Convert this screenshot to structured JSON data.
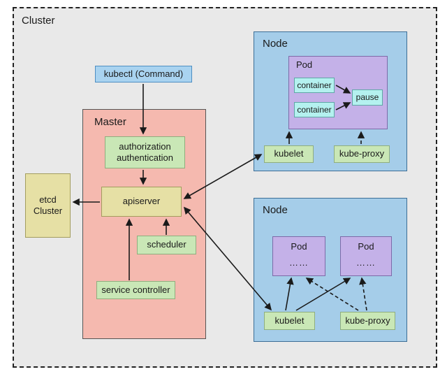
{
  "cluster": {
    "label": "Cluster"
  },
  "kubectl": {
    "label": "kubectl (Command)"
  },
  "master": {
    "label": "Master",
    "auth_label": "authorization authentication",
    "apiserver_label": "apiserver",
    "scheduler_label": "scheduler",
    "service_controller_label": "service controller"
  },
  "etcd": {
    "line1": "etcd",
    "line2": "Cluster"
  },
  "node_top": {
    "label": "Node",
    "pod": {
      "label": "Pod",
      "container1": "container",
      "container2": "container",
      "pause": "pause"
    },
    "kubelet": "kubelet",
    "kube_proxy": "kube-proxy"
  },
  "node_bottom": {
    "label": "Node",
    "pod1": {
      "label": "Pod",
      "dots": "……"
    },
    "pod2": {
      "label": "Pod",
      "dots": "……"
    },
    "kubelet": "kubelet",
    "kube_proxy": "kube-proxy"
  },
  "colors": {
    "cluster_bg": "#e9e9e9",
    "kubectl_fill": "#a9d3f0",
    "master_fill": "#f5b9af",
    "node_fill": "#a5cde9",
    "pod_fill": "#c4b1e8",
    "container_fill": "#b4f1ef",
    "green_fill": "#c9e7b6",
    "khaki_fill": "#e6e0a5",
    "line": "#1a1a1a"
  }
}
